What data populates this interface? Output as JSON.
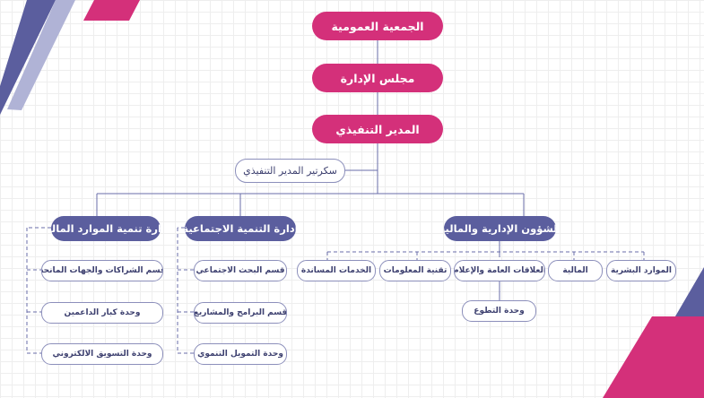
{
  "chart": {
    "top": [
      "الجمعية العمومية",
      "مجلس الإدارة",
      "المدير التنفيذي"
    ],
    "secretary": "سكرتير المدير التنفيذي",
    "departments": {
      "admin": "الشؤون الإدارية والمالية",
      "social": "إدارة التنمية الاجتماعية",
      "resources": "إدارة تنمية الموارد المالية"
    },
    "admin_units": [
      "الموارد البشرية",
      "المالية",
      "العلاقات العامة والإعلام",
      "تقنية المعلومات",
      "الخدمات المساندة"
    ],
    "admin_subunit": "وحدة التطوع",
    "social_units": [
      "قسم البحث الاجتماعي",
      "قسم البرامج والمشاريع",
      "وحدة التمويل التنموي"
    ],
    "resources_units": [
      "قسم الشراكات والجهات المانحة",
      "وحدة كبار الداعمين",
      "وحدة التسويق الالكتروني"
    ]
  },
  "colors": {
    "pink": "#d4307a",
    "navy": "#5b5e9e",
    "line": "#6a6da8"
  }
}
